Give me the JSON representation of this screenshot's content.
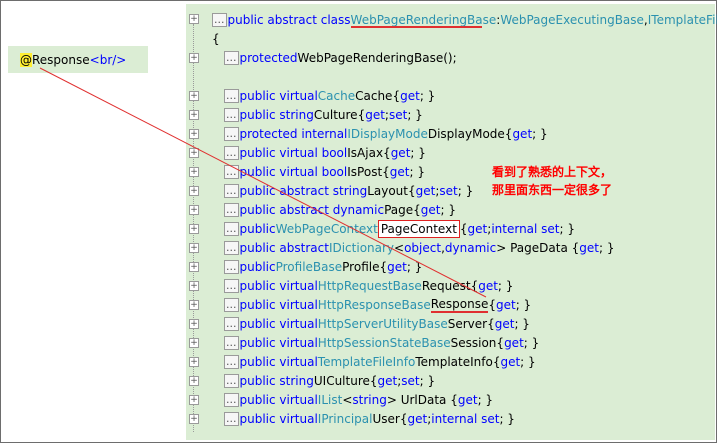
{
  "snippet": {
    "parts": [
      "@",
      "Response",
      "<br/>"
    ]
  },
  "class_decl": {
    "keywords": "public abstract class ",
    "class_name": "WebPageRenderingBase",
    "sep1": " : ",
    "base1": "WebPageExecutingBase",
    "sep2": ", ",
    "base2": "ITemplateFile"
  },
  "brace": "{",
  "ctor": {
    "kw": "protected ",
    "text": "WebPageRenderingBase();"
  },
  "collapsed_marker": "...",
  "members": [
    {
      "kw": "public virtual ",
      "type": "Cache",
      "name": " Cache ",
      "acc": [
        [
          "pl",
          "{ "
        ],
        [
          "kw",
          "get"
        ],
        [
          "pl",
          "; }"
        ]
      ]
    },
    {
      "kw": "public string ",
      "type": "",
      "name": "Culture ",
      "acc": [
        [
          "pl",
          "{ "
        ],
        [
          "kw",
          "get"
        ],
        [
          "pl",
          "; "
        ],
        [
          "kw",
          "set"
        ],
        [
          "pl",
          "; }"
        ]
      ]
    },
    {
      "kw": "protected internal ",
      "type": "IDisplayMode",
      "name": " DisplayMode ",
      "acc": [
        [
          "pl",
          "{ "
        ],
        [
          "kw",
          "get"
        ],
        [
          "pl",
          "; }"
        ]
      ]
    },
    {
      "kw": "public virtual bool ",
      "type": "",
      "name": "IsAjax ",
      "acc": [
        [
          "pl",
          "{ "
        ],
        [
          "kw",
          "get"
        ],
        [
          "pl",
          "; }"
        ]
      ]
    },
    {
      "kw": "public virtual bool ",
      "type": "",
      "name": "IsPost ",
      "acc": [
        [
          "pl",
          "{ "
        ],
        [
          "kw",
          "get"
        ],
        [
          "pl",
          "; }"
        ]
      ]
    },
    {
      "kw": "public abstract string ",
      "type": "",
      "name": "Layout ",
      "acc": [
        [
          "pl",
          "{ "
        ],
        [
          "kw",
          "get"
        ],
        [
          "pl",
          "; "
        ],
        [
          "kw",
          "set"
        ],
        [
          "pl",
          "; }"
        ]
      ]
    },
    {
      "kw": "public abstract dynamic ",
      "type": "",
      "name": "Page ",
      "acc": [
        [
          "pl",
          "{ "
        ],
        [
          "kw",
          "get"
        ],
        [
          "pl",
          "; }"
        ]
      ]
    },
    {
      "kw": "public ",
      "type": "WebPageContext",
      "name": "PageContext",
      "boxed": true,
      "acc": [
        [
          "pl",
          " { "
        ],
        [
          "kw",
          "get"
        ],
        [
          "pl",
          "; "
        ],
        [
          "kw",
          "internal set"
        ],
        [
          "pl",
          "; }"
        ]
      ]
    },
    {
      "kw": "public abstract ",
      "type": "IDictionary",
      "name": "",
      "acc": [
        [
          "pl",
          "<"
        ],
        [
          "kw",
          "object"
        ],
        [
          "pl",
          ", "
        ],
        [
          "kw",
          "dynamic"
        ],
        [
          "pl",
          "> PageData { "
        ],
        [
          "kw",
          "get"
        ],
        [
          "pl",
          "; }"
        ]
      ]
    },
    {
      "kw": "public ",
      "type": "ProfileBase",
      "name": " Profile ",
      "acc": [
        [
          "pl",
          "{ "
        ],
        [
          "kw",
          "get"
        ],
        [
          "pl",
          "; }"
        ]
      ]
    },
    {
      "kw": "public virtual ",
      "type": "HttpRequestBase",
      "name": " Request ",
      "acc": [
        [
          "pl",
          "{ "
        ],
        [
          "kw",
          "get"
        ],
        [
          "pl",
          "; }"
        ]
      ]
    },
    {
      "kw": "public virtual ",
      "type": "HttpResponseBase",
      "name": " Response",
      "underline": true,
      "acc": [
        [
          "pl",
          " { "
        ],
        [
          "kw",
          "get"
        ],
        [
          "pl",
          "; }"
        ]
      ]
    },
    {
      "kw": "public virtual ",
      "type": "HttpServerUtilityBase",
      "name": " Server ",
      "acc": [
        [
          "pl",
          "{ "
        ],
        [
          "kw",
          "get"
        ],
        [
          "pl",
          "; }"
        ]
      ]
    },
    {
      "kw": "public virtual ",
      "type": "HttpSessionStateBase",
      "name": " Session ",
      "acc": [
        [
          "pl",
          "{ "
        ],
        [
          "kw",
          "get"
        ],
        [
          "pl",
          "; }"
        ]
      ]
    },
    {
      "kw": "public virtual ",
      "type": "TemplateFileInfo",
      "name": " TemplateInfo ",
      "acc": [
        [
          "pl",
          "{ "
        ],
        [
          "kw",
          "get"
        ],
        [
          "pl",
          "; }"
        ]
      ]
    },
    {
      "kw": "public string ",
      "type": "",
      "name": "UICulture ",
      "acc": [
        [
          "pl",
          "{ "
        ],
        [
          "kw",
          "get"
        ],
        [
          "pl",
          "; "
        ],
        [
          "kw",
          "set"
        ],
        [
          "pl",
          "; }"
        ]
      ]
    },
    {
      "kw": "public virtual ",
      "type": "IList",
      "name": "",
      "acc": [
        [
          "pl",
          "<"
        ],
        [
          "kw",
          "string"
        ],
        [
          "pl",
          "> UrlData { "
        ],
        [
          "kw",
          "get"
        ],
        [
          "pl",
          "; }"
        ]
      ]
    },
    {
      "kw": "public virtual ",
      "type": "IPrincipal",
      "name": " User ",
      "acc": [
        [
          "pl",
          "{ "
        ],
        [
          "kw",
          "get"
        ],
        [
          "pl",
          "; "
        ],
        [
          "kw",
          "internal set"
        ],
        [
          "pl",
          "; }"
        ]
      ]
    }
  ],
  "annotation": {
    "line1": "看到了熟悉的上下文，",
    "line2": "那里面东西一定很多了"
  },
  "colors": {
    "panel": "#dbedd4",
    "keyword": "#0000ff",
    "type": "#2b91af",
    "annotation": "#ff0000",
    "highlight": "#ffee33"
  }
}
